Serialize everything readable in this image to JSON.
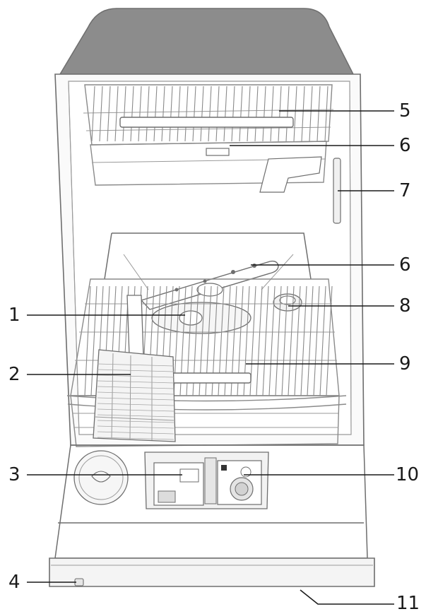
{
  "callouts": [
    {
      "label": "1",
      "part": "lower-spray-arm"
    },
    {
      "label": "2",
      "part": "cutlery-basket"
    },
    {
      "label": "3",
      "part": "detergent-dispenser"
    },
    {
      "label": "4",
      "part": "power-switch"
    },
    {
      "label": "5",
      "part": "upper-rack"
    },
    {
      "label": "6",
      "part": "upper-spray-arm"
    },
    {
      "label": "6",
      "part": "middle-spray-arm"
    },
    {
      "label": "7",
      "part": "tub-side-vent"
    },
    {
      "label": "8",
      "part": "salt-container-cap"
    },
    {
      "label": "9",
      "part": "lower-rack"
    },
    {
      "label": "10",
      "part": "rinse-aid-dispenser"
    },
    {
      "label": "11",
      "part": "door"
    }
  ],
  "colors": {
    "lid": "#8c8c8c",
    "tub_line": "#6e6e6e",
    "rack_wire": "#8a8a8a",
    "leader": "#1a1a1a"
  }
}
